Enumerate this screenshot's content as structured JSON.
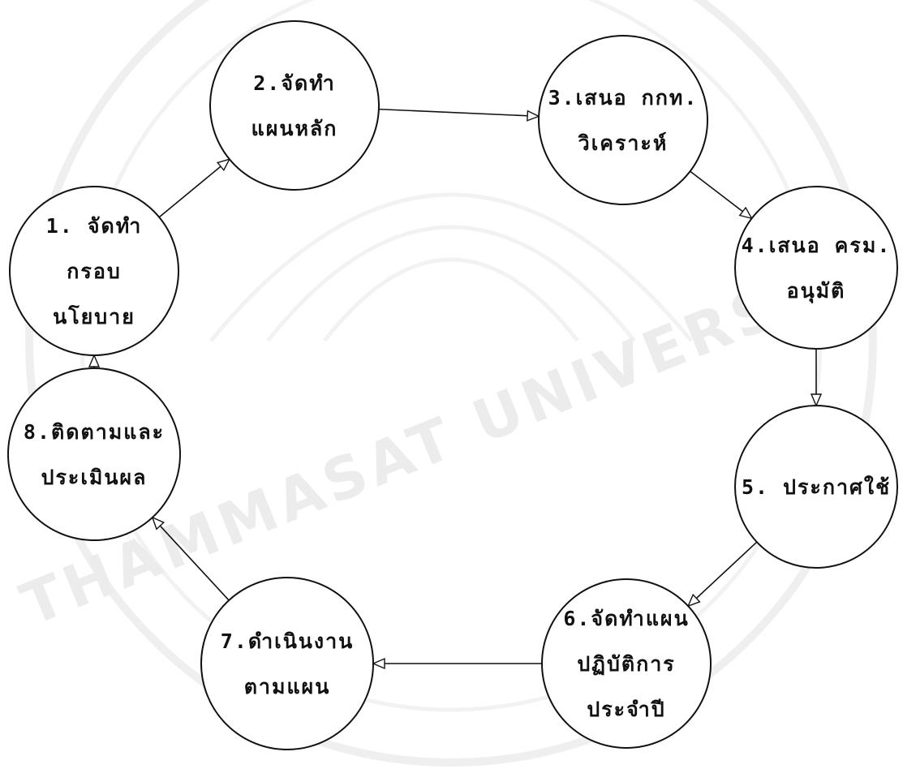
{
  "watermark": {
    "text": "THAMMASAT UNIVERSITY"
  },
  "diagram": {
    "steps": [
      {
        "id": 1,
        "lines": [
          "1. จัดทำ",
          "กรอบ",
          "นโยบาย"
        ]
      },
      {
        "id": 2,
        "lines": [
          "2.จัดทำ",
          "แผนหลัก"
        ]
      },
      {
        "id": 3,
        "lines": [
          "3.เสนอ กกท.",
          "วิเคราะห์"
        ]
      },
      {
        "id": 4,
        "lines": [
          "4.เสนอ ครม.",
          "อนุมัติ"
        ]
      },
      {
        "id": 5,
        "lines": [
          "5. ประกาศใช้"
        ]
      },
      {
        "id": 6,
        "lines": [
          "6.จัดทำแผน",
          "ปฏิบัติการ",
          "ประจำปี"
        ]
      },
      {
        "id": 7,
        "lines": [
          "7.ดำเนินงาน",
          "ตามแผน"
        ]
      },
      {
        "id": 8,
        "lines": [
          "8.ติดตามและ",
          "ประเมินผล"
        ]
      }
    ],
    "flow": [
      [
        1,
        2
      ],
      [
        2,
        3
      ],
      [
        3,
        4
      ],
      [
        4,
        5
      ],
      [
        5,
        6
      ],
      [
        6,
        7
      ],
      [
        7,
        8
      ],
      [
        8,
        1
      ]
    ]
  }
}
